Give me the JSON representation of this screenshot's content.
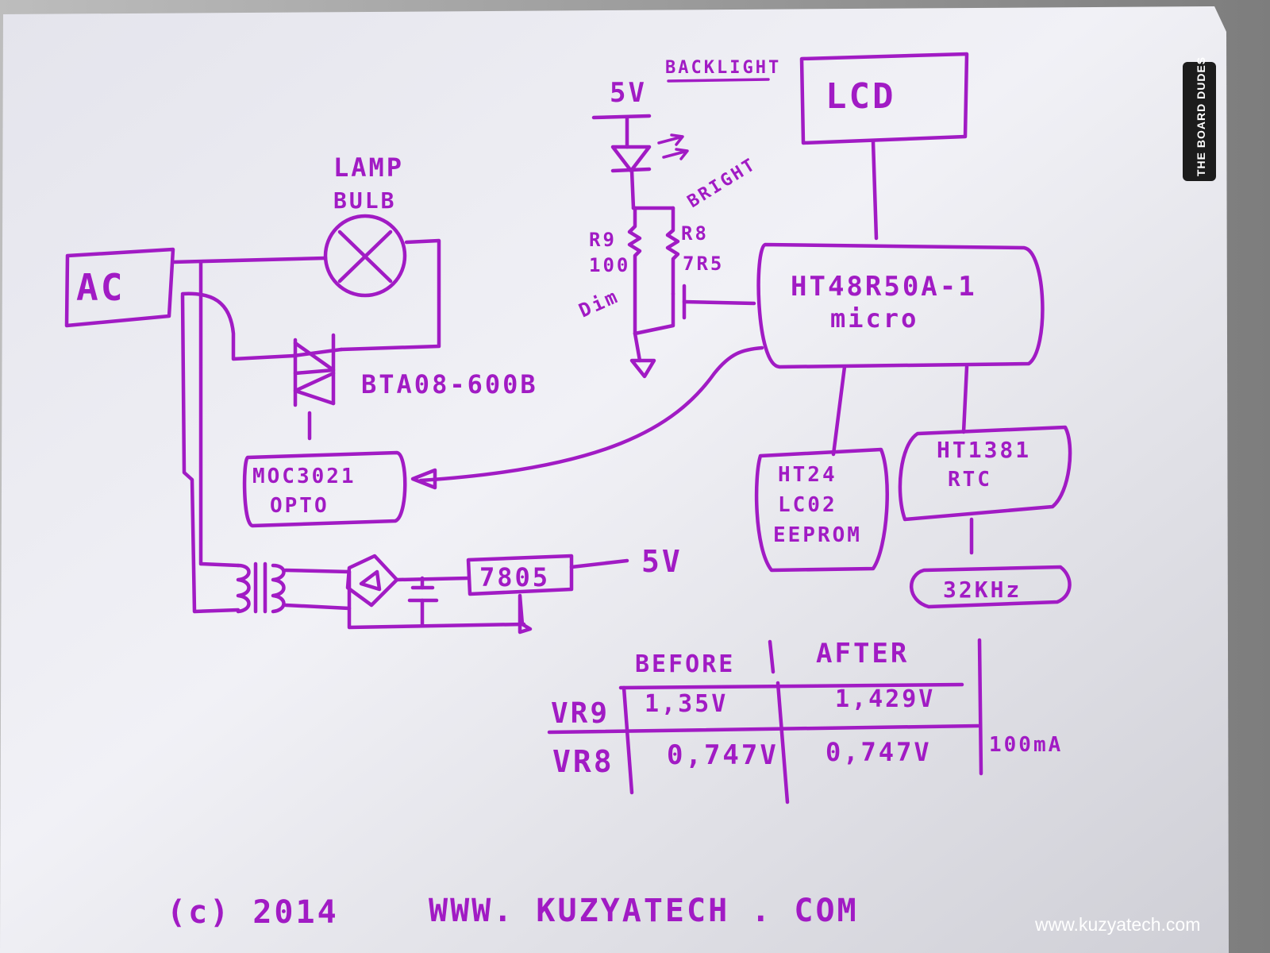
{
  "labels": {
    "backlight": "BACKLIGHT",
    "lcd": "LCD",
    "five_volt_top": "5V",
    "bright": "BRIGHT",
    "r9_name": "R9",
    "r9_value": "100",
    "r8_name": "R8",
    "r8_value": "7R5",
    "dim": "Dim",
    "lamp_line1": "LAMP",
    "lamp_line2": "BULB",
    "ac": "AC",
    "triac": "BTA08-600B",
    "micro_line1": "HT48R50A-1",
    "micro_line2": "micro",
    "opto_line1": "MOC3021",
    "opto_line2": "OPTO",
    "eeprom_line1": "HT24",
    "eeprom_line2": "LC02",
    "eeprom_line3": "EEPROM",
    "rtc_line1": "HT1381",
    "rtc_line2": "RTC",
    "crystal": "32KHz",
    "regulator": "7805",
    "five_volt_out": "5V",
    "current_note": "100mA"
  },
  "table": {
    "headers": [
      "BEFORE",
      "AFTER"
    ],
    "rows": [
      {
        "label": "VR9",
        "before": "1,35V",
        "after": "1,429V"
      },
      {
        "label": "VR8",
        "before": "0,747V",
        "after": "0,747V"
      }
    ]
  },
  "footer": {
    "copyright": "(c) 2014",
    "site": "WWW. KUZYATECH . COM"
  },
  "watermark": "www.kuzyatech.com",
  "board_logo": "THE BOARD DUDES",
  "colors": {
    "ink": "#a11bc4",
    "board": "#ececf2",
    "frame": "#9a9a9a"
  }
}
